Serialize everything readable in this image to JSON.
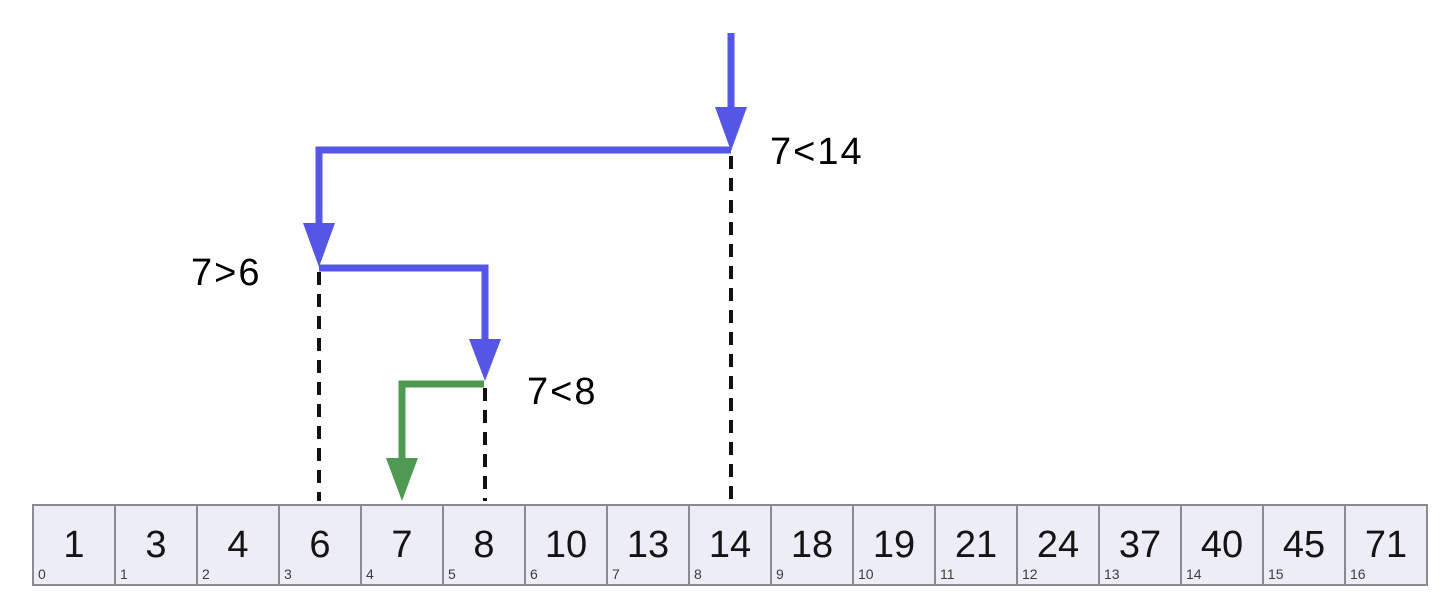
{
  "annotations": {
    "step1_label": "7<14",
    "step2_label": "7>6",
    "step3_label": "7<8"
  },
  "array": {
    "cells": [
      {
        "value": "1",
        "index": "0"
      },
      {
        "value": "3",
        "index": "1"
      },
      {
        "value": "4",
        "index": "2"
      },
      {
        "value": "6",
        "index": "3"
      },
      {
        "value": "7",
        "index": "4"
      },
      {
        "value": "8",
        "index": "5"
      },
      {
        "value": "10",
        "index": "6"
      },
      {
        "value": "13",
        "index": "7"
      },
      {
        "value": "14",
        "index": "8"
      },
      {
        "value": "18",
        "index": "9"
      },
      {
        "value": "19",
        "index": "10"
      },
      {
        "value": "21",
        "index": "11"
      },
      {
        "value": "24",
        "index": "12"
      },
      {
        "value": "37",
        "index": "13"
      },
      {
        "value": "40",
        "index": "14"
      },
      {
        "value": "45",
        "index": "15"
      },
      {
        "value": "71",
        "index": "16"
      }
    ]
  },
  "colors": {
    "arrow_blue": "#5556e6",
    "arrow_green": "#4e9a52",
    "dashed_line": "#111111",
    "cell_background": "#ededf8",
    "cell_border": "#8a8a93",
    "label_text": "#000000"
  }
}
